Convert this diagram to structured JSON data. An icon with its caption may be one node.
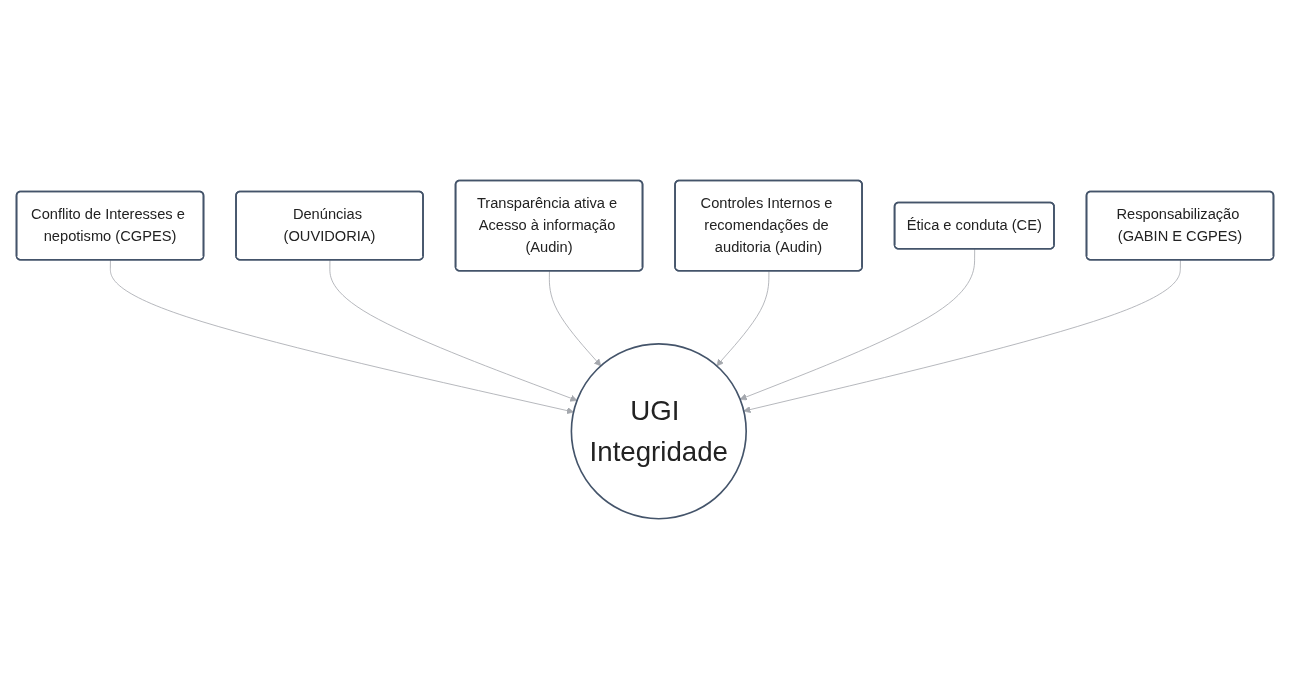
{
  "diagram": {
    "nodes": [
      {
        "text": [
          "Conflito de Interesses e nepotismo (CGPES)"
        ]
      },
      {
        "text": [
          "Denúncias (OUVIDORIA)"
        ]
      },
      {
        "text": [
          "Transparência ativa e Acesso à informação (Audin)"
        ]
      },
      {
        "text": [
          "Controles Internos e recomendações de auditoria (Audin)"
        ]
      },
      {
        "text": [
          "Ética e conduta (CE)"
        ]
      },
      {
        "text": [
          "UGI Integridade"
        ]
      },
      {
        "text": [
          "Responsabilização (GABIN E CGPES)"
        ]
      }
    ],
    "edges": [
      {
        "from": 0,
        "to": 5,
        "arrow": "to"
      },
      {
        "from": 1,
        "to": 5,
        "arrow": "to"
      },
      {
        "from": 2,
        "to": 5,
        "arrow": "to"
      },
      {
        "from": 3,
        "to": 5,
        "arrow": "to"
      },
      {
        "from": 4,
        "to": 5,
        "arrow": "to"
      },
      {
        "from": 6,
        "to": 5,
        "arrow": "to"
      }
    ]
  }
}
